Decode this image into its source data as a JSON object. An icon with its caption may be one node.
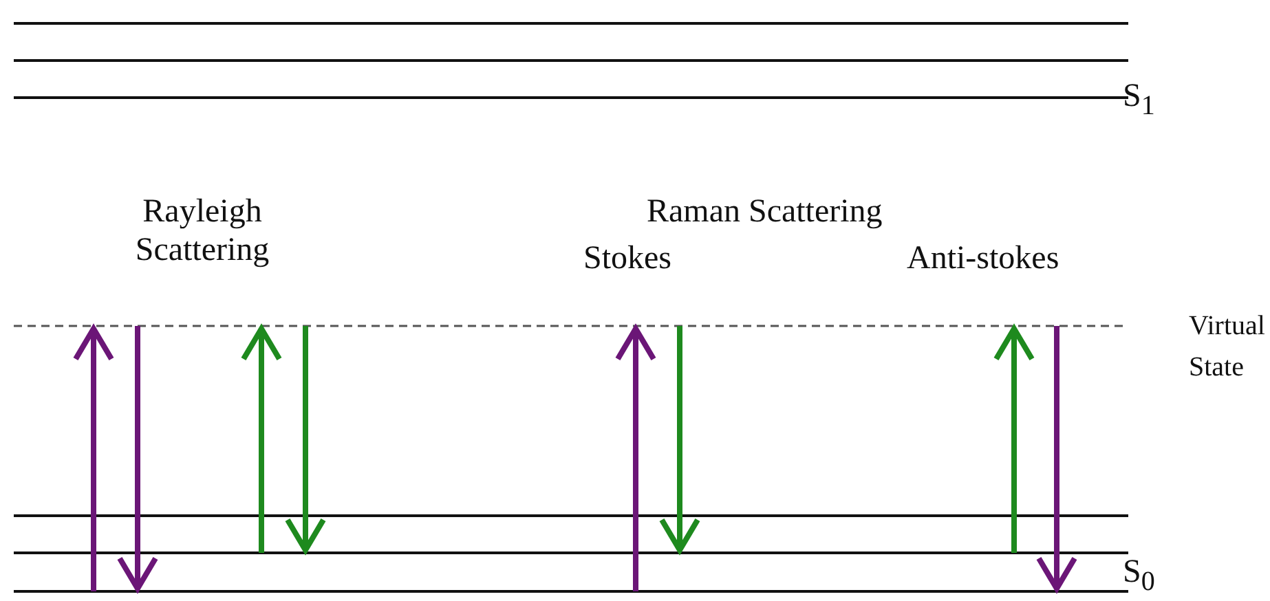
{
  "diagram": {
    "labels": [
      "S$_{1}$",
      "Rayleigh Scattering",
      "Raman Scattering",
      "Stokes",
      "Anti-stokes",
      "Virtual State",
      "S$_{0}$"
    ]
  }
}
